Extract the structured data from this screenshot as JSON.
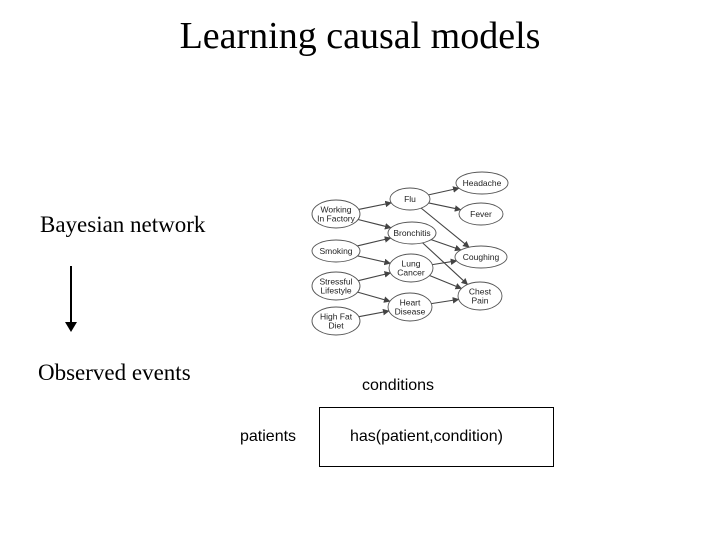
{
  "title": "Learning causal models",
  "left": {
    "top_label": "Bayesian network",
    "bottom_label": "Observed events"
  },
  "network": {
    "nodes": [
      {
        "id": "working",
        "lines": [
          "Working",
          "In Factory"
        ]
      },
      {
        "id": "smoking",
        "lines": [
          "Smoking"
        ]
      },
      {
        "id": "stressful",
        "lines": [
          "Stressful",
          "Lifestyle"
        ]
      },
      {
        "id": "highfat",
        "lines": [
          "High Fat",
          "Diet"
        ]
      },
      {
        "id": "flu",
        "lines": [
          "Flu"
        ]
      },
      {
        "id": "bronchitis",
        "lines": [
          "Bronchitis"
        ]
      },
      {
        "id": "lungcancer",
        "lines": [
          "Lung",
          "Cancer"
        ]
      },
      {
        "id": "heartdisease",
        "lines": [
          "Heart",
          "Disease"
        ]
      },
      {
        "id": "headache",
        "lines": [
          "Headache"
        ]
      },
      {
        "id": "fever",
        "lines": [
          "Fever"
        ]
      },
      {
        "id": "coughing",
        "lines": [
          "Coughing"
        ]
      },
      {
        "id": "chestpain",
        "lines": [
          "Chest",
          "Pain"
        ]
      }
    ],
    "edges": [
      [
        "working",
        "flu"
      ],
      [
        "working",
        "bronchitis"
      ],
      [
        "smoking",
        "bronchitis"
      ],
      [
        "smoking",
        "lungcancer"
      ],
      [
        "stressful",
        "lungcancer"
      ],
      [
        "stressful",
        "heartdisease"
      ],
      [
        "highfat",
        "heartdisease"
      ],
      [
        "flu",
        "headache"
      ],
      [
        "flu",
        "fever"
      ],
      [
        "flu",
        "coughing"
      ],
      [
        "bronchitis",
        "coughing"
      ],
      [
        "bronchitis",
        "chestpain"
      ],
      [
        "lungcancer",
        "coughing"
      ],
      [
        "lungcancer",
        "chestpain"
      ],
      [
        "heartdisease",
        "chestpain"
      ]
    ]
  },
  "matrix": {
    "column_label": "conditions",
    "row_label": "patients",
    "cell_text": "has(patient,condition)"
  }
}
